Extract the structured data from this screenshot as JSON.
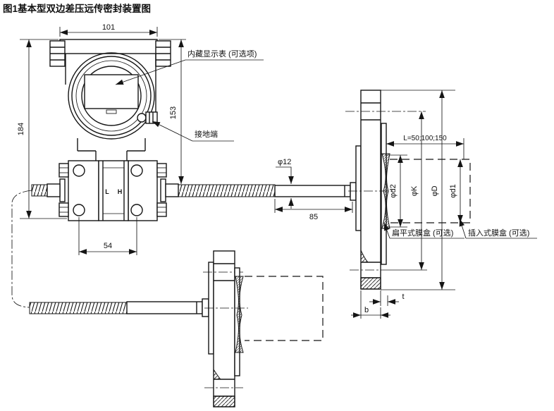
{
  "title": "图1基本型双边差压远传密封装置图",
  "labels": {
    "display": "内藏显示表 (可选项)",
    "ground": "接地端",
    "flat_capsule": "扁平式膜盒 (可选)",
    "insert_capsule": "插入式膜盒 (可选)"
  },
  "dims": {
    "body_width": "101",
    "body_height": "184",
    "head_height": "153",
    "bolt_span": "54",
    "stem_dia": "φ12",
    "stem_len": "85",
    "insert_len": "L=50;100;150",
    "d2": "φd2",
    "k": "φK",
    "d_outer": "φD",
    "d1": "φd1",
    "t": "t",
    "b": "b"
  },
  "ports": {
    "low": "L",
    "high": "H"
  },
  "colors": {
    "line": "#151515",
    "background": "#ffffff"
  }
}
